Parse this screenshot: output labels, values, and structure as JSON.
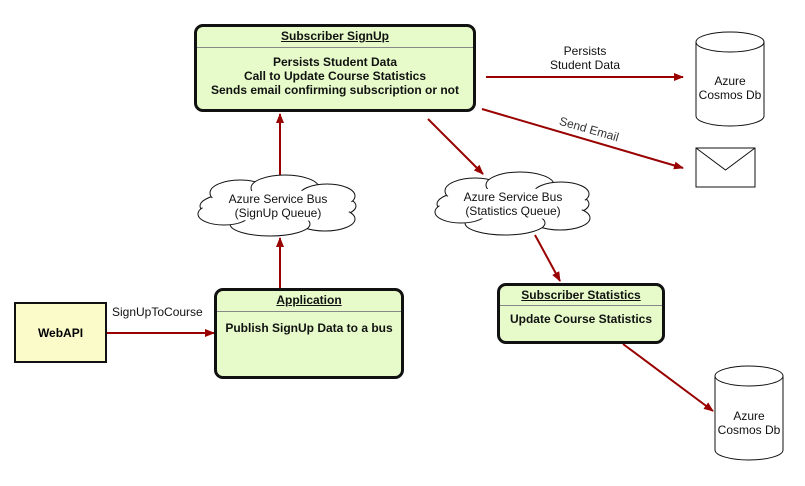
{
  "subscriber_signup": {
    "title": "Subscriber SignUp",
    "lines": [
      "Persists Student Data",
      "Call to Update Course Statistics",
      "Sends email confirming subscription or not"
    ]
  },
  "application": {
    "title": "Application",
    "body": "Publish SignUp Data to a bus"
  },
  "subscriber_statistics": {
    "title": "Subscriber Statistics",
    "body": "Update Course Statistics"
  },
  "webapi": {
    "label": "WebAPI"
  },
  "bus_signup": {
    "line1": "Azure Service Bus",
    "line2": "(SignUp Queue)"
  },
  "bus_statistics": {
    "line1": "Azure Service Bus",
    "line2": "(Statistics Queue)"
  },
  "cosmos_top": {
    "line1": "Azure",
    "line2": "Cosmos Db"
  },
  "cosmos_bottom": {
    "line1": "Azure",
    "line2": "Cosmos Db"
  },
  "edges": {
    "persists_line1": "Persists",
    "persists_line2": "Student Data",
    "send_email": "Send Email",
    "signup_to_course": "SignUpToCourse"
  },
  "colors": {
    "arrow": "#990000",
    "box_fill": "#e6fbc9",
    "webapi_fill": "#fbfbc9",
    "stroke": "#111111"
  }
}
